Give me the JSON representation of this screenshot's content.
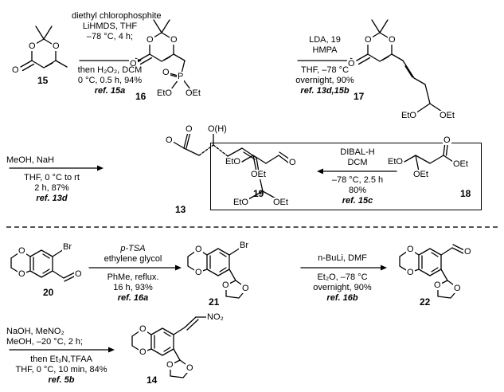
{
  "compounds": {
    "c15": "15",
    "c16": "16",
    "c17": "17",
    "c13": "13",
    "c19": "19",
    "c18": "18",
    "c20": "20",
    "c21": "21",
    "c22": "22",
    "c14": "14"
  },
  "atoms": {
    "O": "O",
    "OEt": "OEt",
    "EtO": "EtO",
    "P": "P",
    "OH": "O(H)",
    "Br": "Br",
    "NO2": "NO₂"
  },
  "steps": {
    "s1": {
      "l1": "diethyl chlorophosphite",
      "l2": "LiHMDS, THF",
      "l3": "–78 °C, 4 h;",
      "l4": "then H₂O₂, DCM",
      "l5": "0 °C, 0.5 h, 94%",
      "ref": "ref. 15a"
    },
    "s2": {
      "l1": "LDA, 19",
      "l2": "HMPA",
      "l3": "THF, –78 °C",
      "l4": "overnight, 90%",
      "ref": "ref. 13d,15b"
    },
    "s3": {
      "l1": "MeOH, NaH",
      "l2": "THF, 0 °C to rt",
      "l3": "2 h, 87%",
      "ref": "ref. 13d"
    },
    "s4": {
      "l1": "DIBAL-H",
      "l2": "DCM",
      "l3": "–78 °C, 2.5 h",
      "l4": "80%",
      "ref": "ref. 15c"
    },
    "s5": {
      "l1": "p-TSA",
      "l2": "ethylene glycol",
      "l3": "PhMe, reflux.",
      "l4": "16 h, 93%",
      "ref": "ref. 16a"
    },
    "s6": {
      "l1": "n-BuLi, DMF",
      "l2": "Et₂O, –78 °C",
      "l3": "overnight, 90%",
      "ref": "ref. 16b"
    },
    "s7": {
      "l1": "NaOH, MeNO₂",
      "l2": "MeOH, –20 °C, 2 h;",
      "l3": "then Et₃N,TFAA",
      "l4": "THF, 0 °C, 10 min, 84%",
      "ref": "ref. 5b"
    }
  }
}
